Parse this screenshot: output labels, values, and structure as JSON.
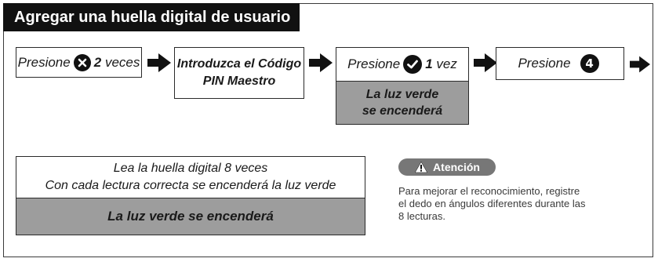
{
  "title": "Agregar una huella digital de usuario",
  "steps": {
    "step1": {
      "prefix": "Presione",
      "icon": "x-circle-icon",
      "count": "2",
      "suffix": "veces"
    },
    "step2": {
      "line1": "Introduzca el Código",
      "line2": "PIN Maestro"
    },
    "step3": {
      "prefix": "Presione",
      "icon": "check-circle-icon",
      "count": "1",
      "suffix": "vez",
      "note_line1": "La luz verde",
      "note_line2": "se encenderá"
    },
    "step4": {
      "prefix": "Presione",
      "number": "4"
    }
  },
  "reading": {
    "line1": "Lea la huella digital 8 veces",
    "line2": "Con cada lectura correcta se encenderá la luz verde",
    "result": "La luz verde se encenderá"
  },
  "attention": {
    "label": "Atención",
    "icon": "warning-triangle-icon",
    "lines": [
      "Para mejorar el reconocimiento, registre",
      "el dedo en ángulos diferentes durante las",
      "8 lecturas."
    ]
  },
  "colors": {
    "title_bg": "#111111",
    "gray_box": "#9d9d9d",
    "pill_bg": "#777777"
  }
}
